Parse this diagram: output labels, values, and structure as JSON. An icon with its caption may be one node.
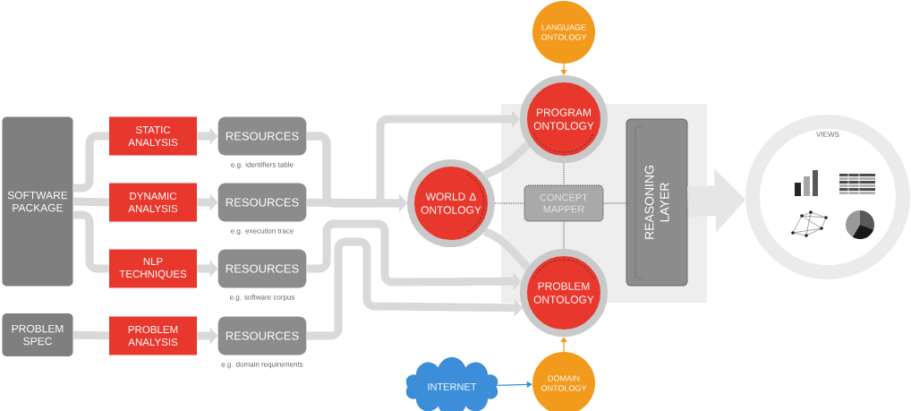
{
  "diagram": {
    "nodes": [
      {
        "text": [
          "SOFTWARE PACKAGE"
        ]
      },
      {
        "text": [
          "STATIC ANALYSIS"
        ]
      },
      {
        "text": [
          "DYNAMIC ANALYSIS"
        ]
      },
      {
        "text": [
          "NLP TECHNIQUES"
        ]
      },
      {
        "text": [
          "PROBLEM ANALYSIS"
        ]
      },
      {
        "text": [
          "RESOURCES"
        ],
        "beside": [
          "e.g. identifiers table"
        ]
      },
      {
        "text": [
          "RESOURCES"
        ],
        "beside": [
          "e.g. execution trace"
        ]
      },
      {
        "text": [
          "RESOURCES"
        ],
        "beside": [
          "e.g. software corpus"
        ]
      },
      {
        "text": [
          "RESOURCES"
        ],
        "beside": [
          "e.g. domain requirements"
        ]
      },
      {
        "text": [
          "PROBLEM SPEC"
        ]
      },
      {
        "text": [
          "LANGUAGE ONTOLOGY"
        ]
      },
      {
        "text": [
          "PROGRAM ONTOLOGY"
        ]
      },
      {
        "text": [
          "WORLD Δ ONTOLOGY"
        ]
      },
      {
        "text": [
          "CONCEPT MAPPER"
        ]
      },
      {
        "text": [
          "REASONING LAYER"
        ]
      },
      {
        "text": [
          "PROBLEM ONTOLOGY"
        ]
      },
      {
        "text": [
          "INTERNET"
        ]
      },
      {
        "text": [
          "DOMAIN ONTOLOGY"
        ]
      },
      {
        "text": [
          "VIEWS"
        ]
      }
    ],
    "edges": [
      {
        "from": 0,
        "to": 1,
        "arrow": "none"
      },
      {
        "from": 0,
        "to": 2,
        "arrow": "none"
      },
      {
        "from": 0,
        "to": 3,
        "arrow": "none"
      },
      {
        "from": 9,
        "to": 4,
        "arrow": "none"
      },
      {
        "from": 1,
        "to": 5,
        "arrow": "to"
      },
      {
        "from": 2,
        "to": 6,
        "arrow": "to"
      },
      {
        "from": 3,
        "to": 7,
        "arrow": "to"
      },
      {
        "from": 4,
        "to": 8,
        "arrow": "to"
      },
      {
        "from": 5,
        "to": 12,
        "arrow": "to"
      },
      {
        "from": 5,
        "to": 11,
        "arrow": "to"
      },
      {
        "from": 6,
        "to": 12,
        "arrow": "to"
      },
      {
        "from": 7,
        "to": 15,
        "arrow": "to"
      },
      {
        "from": 8,
        "to": 15,
        "arrow": "to"
      },
      {
        "from": 12,
        "to": 11,
        "arrow": "none"
      },
      {
        "from": 12,
        "to": 15,
        "arrow": "none"
      },
      {
        "from": 10,
        "to": 11,
        "arrow": "to",
        "color": "#f29a1b"
      },
      {
        "from": 17,
        "to": 15,
        "arrow": "to",
        "color": "#f29a1b"
      },
      {
        "from": 16,
        "to": 17,
        "arrow": "to",
        "color": "#3d8ed8"
      },
      {
        "from": 12,
        "to": 13,
        "arrow": "none",
        "style": "dashed",
        "color": "#555555"
      },
      {
        "from": 13,
        "to": 14,
        "arrow": "none",
        "style": "dashed",
        "color": "#555555"
      },
      {
        "from": 11,
        "to": 13,
        "arrow": "none",
        "style": "dashed",
        "color": "#555555"
      },
      {
        "from": 13,
        "to": 15,
        "arrow": "none",
        "style": "dashed",
        "color": "#555555"
      },
      {
        "from": 14,
        "to": 18,
        "arrow": "to",
        "style": "thick"
      }
    ]
  }
}
